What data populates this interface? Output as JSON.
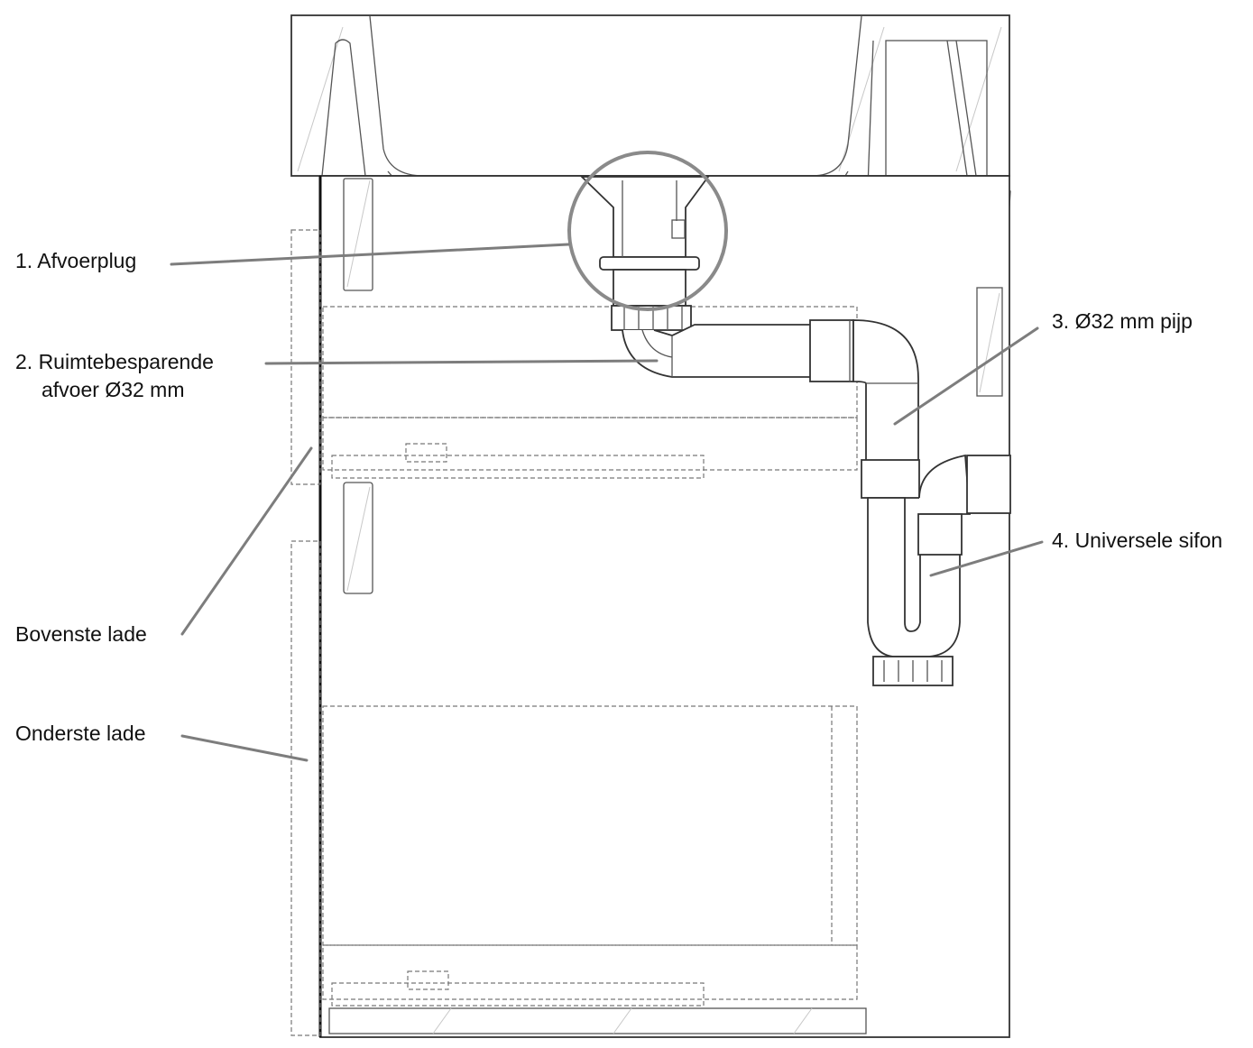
{
  "labels": {
    "drain_plug": "1. Afvoerplug",
    "space_saving_drain_line1": "2. Ruimtebesparende",
    "space_saving_drain_line2": "afvoer Ø32 mm",
    "pipe": "3. Ø32 mm pijp",
    "siphon": "4. Universele sifon",
    "top_drawer": "Bovenste lade",
    "bottom_drawer": "Onderste lade"
  },
  "colors": {
    "leader_line": "#7d7d7d",
    "outline": "#333333",
    "hatch": "#c8c8c8",
    "highlight_circle": "#8a8a8a"
  }
}
